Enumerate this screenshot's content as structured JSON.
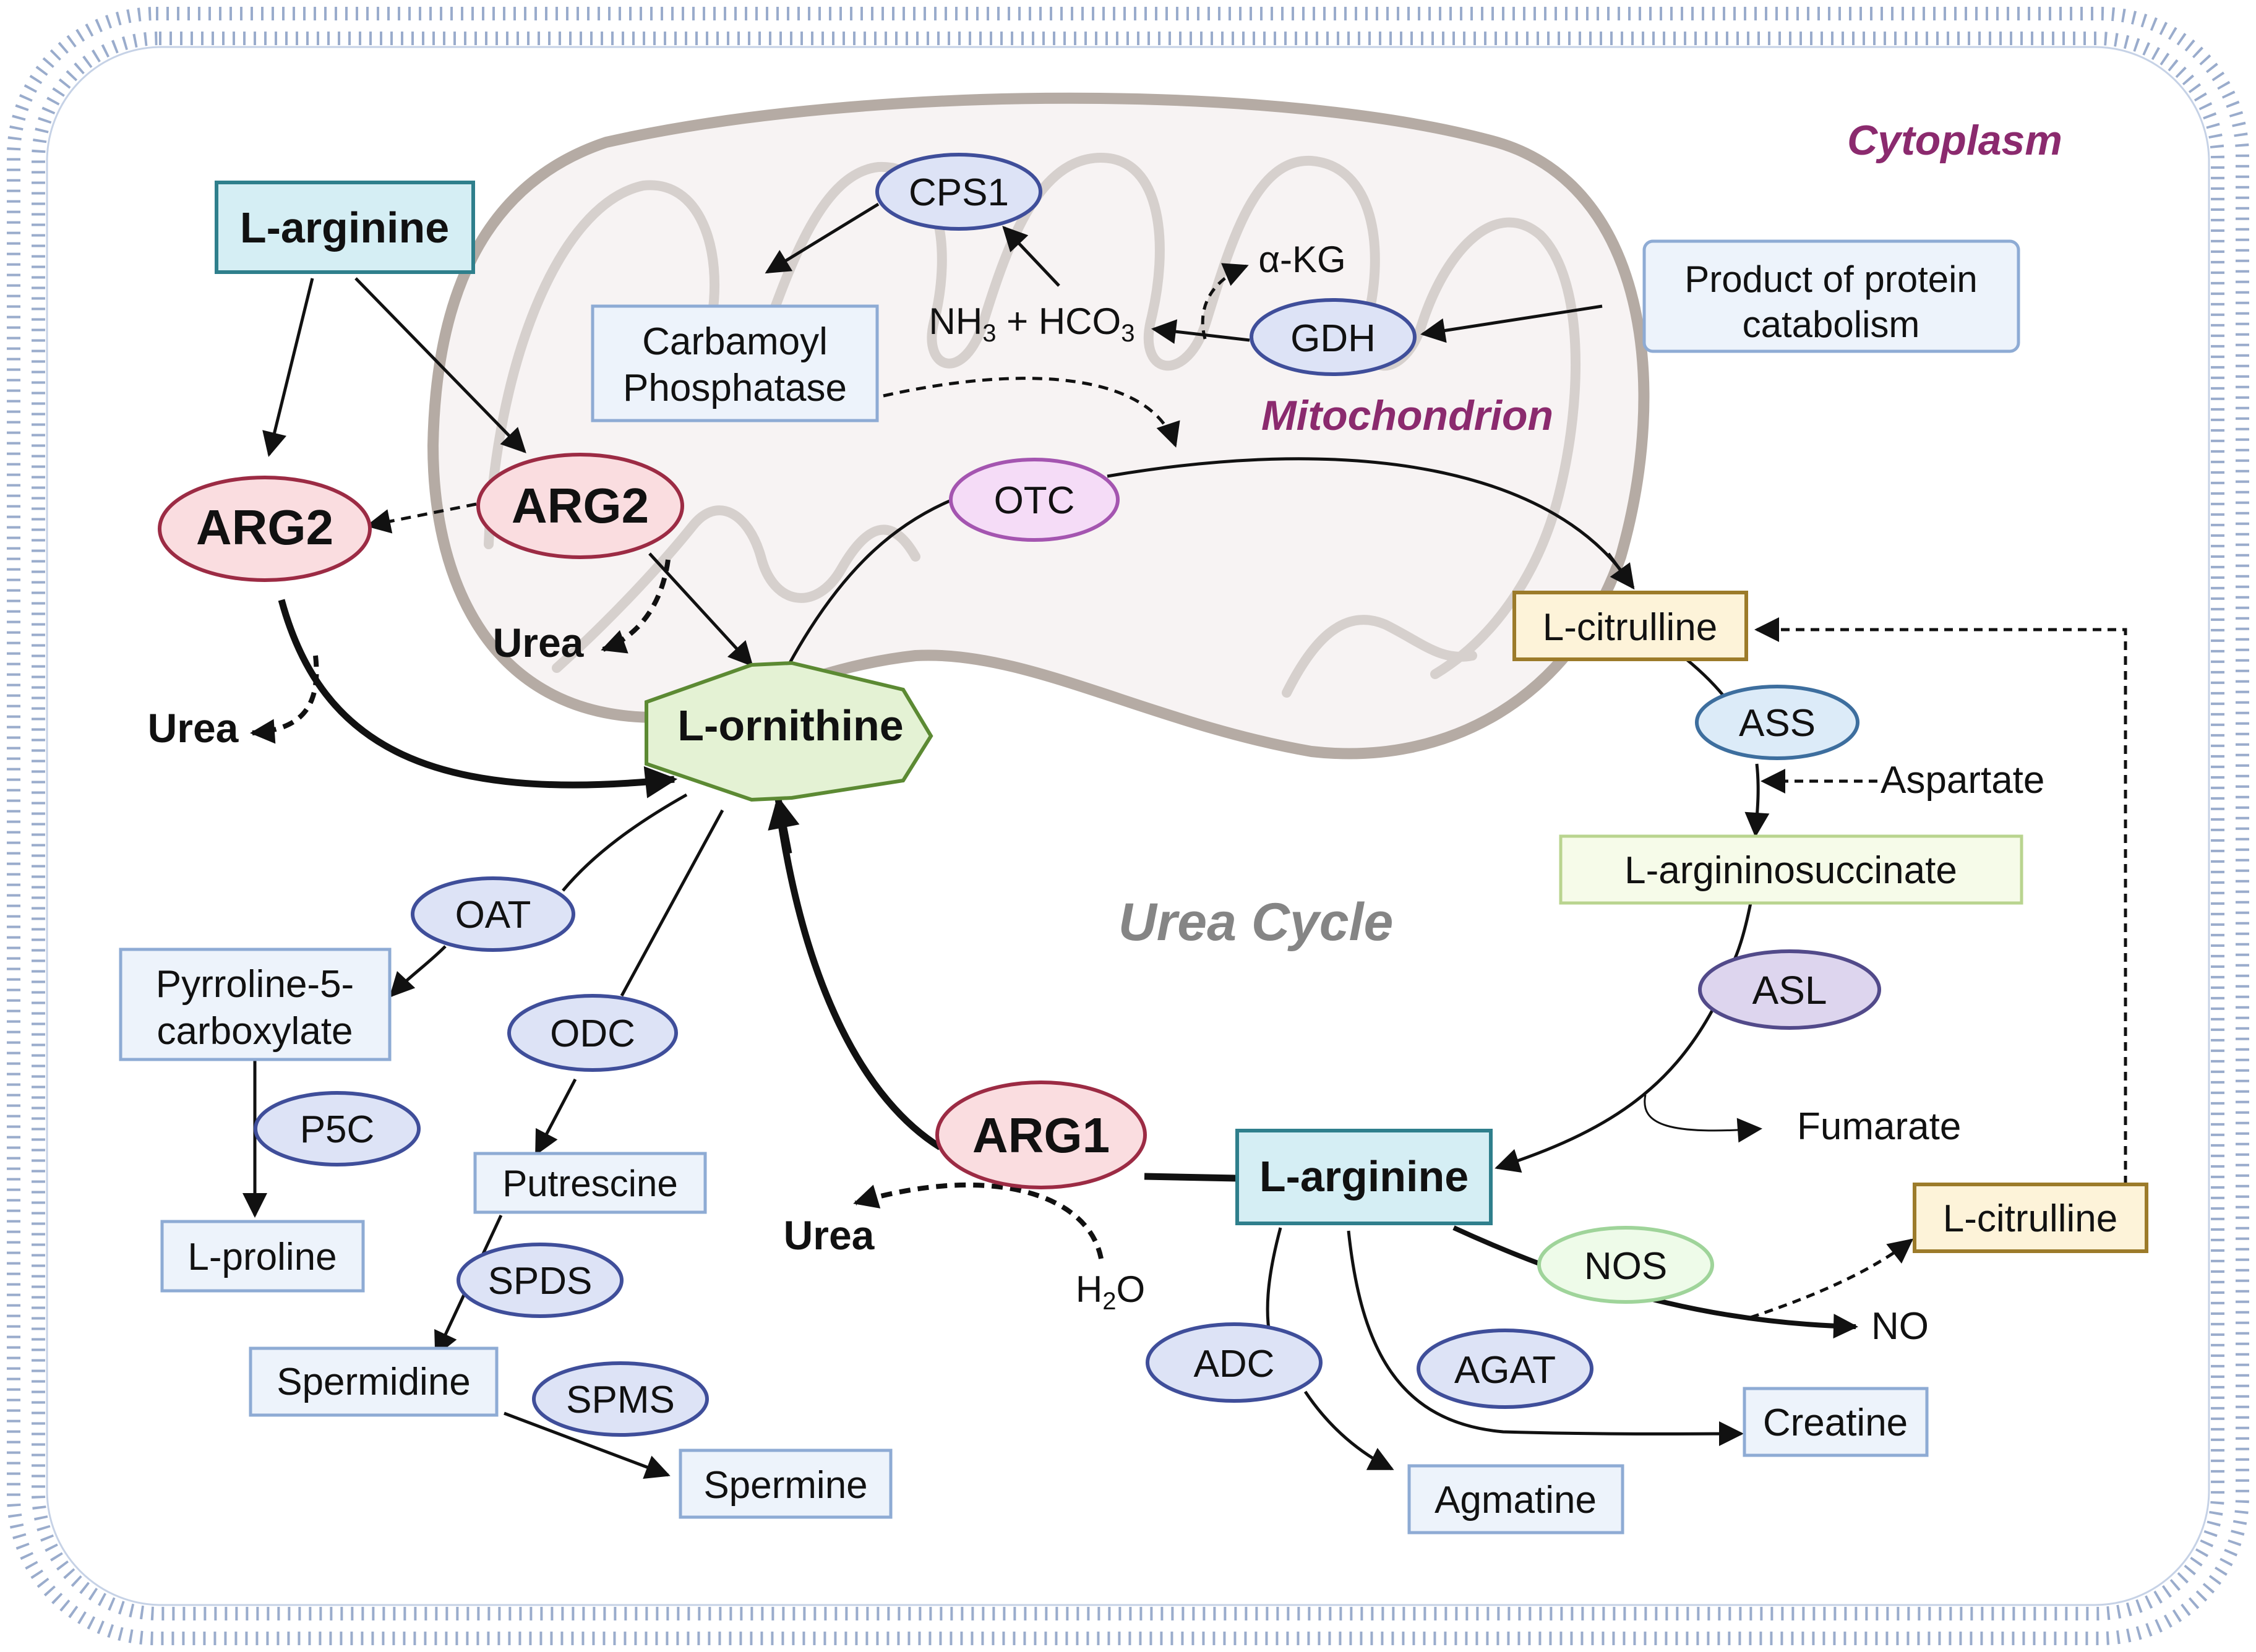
{
  "compartments": {
    "cytoplasm": "Cytoplasm",
    "mitochondrion": "Mitochondrion",
    "cycle": "Urea Cycle"
  },
  "metabolites": {
    "larginine_top": "L-arginine",
    "carbamoyl_line1": "Carbamoyl",
    "carbamoyl_line2": "Phosphatase",
    "protein_line1": "Product of protein",
    "protein_line2": "catabolism",
    "citrulline_top": "L-citrulline",
    "argininosuccinate": "L-argininosuccinate",
    "lornithine": "L-ornithine",
    "p5c_line1": "Pyrroline-5-",
    "p5c_line2": "carboxylate",
    "lproline": "L-proline",
    "putrescine": "Putrescine",
    "spermidine": "Spermidine",
    "spermine": "Spermine",
    "larginine_main": "L-arginine",
    "citrulline_right": "L-citrulline",
    "creatine": "Creatine",
    "agmatine": "Agmatine"
  },
  "enzymes": {
    "arg2_left": "ARG2",
    "arg2_mito": "ARG2",
    "cps1": "CPS1",
    "gdh": "GDH",
    "otc": "OTC",
    "ass": "ASS",
    "asl": "ASL",
    "arg1": "ARG1",
    "oat": "OAT",
    "odc": "ODC",
    "p5c": "P5C",
    "spds": "SPDS",
    "spms": "SPMS",
    "nos": "NOS",
    "adc": "ADC",
    "agat": "AGAT"
  },
  "labels": {
    "urea_left": "Urea",
    "urea_mito": "Urea",
    "urea_bottom": "Urea",
    "akg": "α-KG",
    "nh3": "NH",
    "nh3_sub": "3",
    "plus_hco": " + HCO",
    "hco3_sub": "3",
    "aspartate": "Aspartate",
    "fumarate": "Fumarate",
    "h2o_h": "H",
    "h2o_sub": "2",
    "h2o_o": "O",
    "no": "NO"
  },
  "colors": {
    "membrane": "#9aaccc",
    "mito_outline": "#b5aba4",
    "mito_fill": "#f7f3f3",
    "compartment_label": "#8b2a6e",
    "cycle_label": "#858585",
    "arg_fill": "#fadde0",
    "arg_stroke": "#9c2b44",
    "enzyme_fill": "#dde3f6",
    "enzyme_stroke": "#3f4e9a",
    "otc_fill": "#f5dcf7",
    "otc_stroke": "#a455b0",
    "ass_fill": "#dcebf8",
    "ass_stroke": "#3d6e9e",
    "asl_fill": "#ddd5ee",
    "asl_stroke": "#524a8a",
    "nos_fill": "#eefbe9",
    "nos_stroke": "#9fd49a",
    "box_fill": "#edf3fb",
    "box_stroke": "#8eabd4",
    "arginine_fill": "#d5eef4",
    "arginine_stroke": "#2f7f8c",
    "citrulline_fill": "#fdf3d9",
    "citrulline_stroke": "#9c7b2a",
    "argsucc_fill": "#f6fbe9",
    "argsucc_stroke": "#b9d48f",
    "ornithine_fill": "#e4f2d4",
    "ornithine_stroke": "#5c8a33"
  }
}
